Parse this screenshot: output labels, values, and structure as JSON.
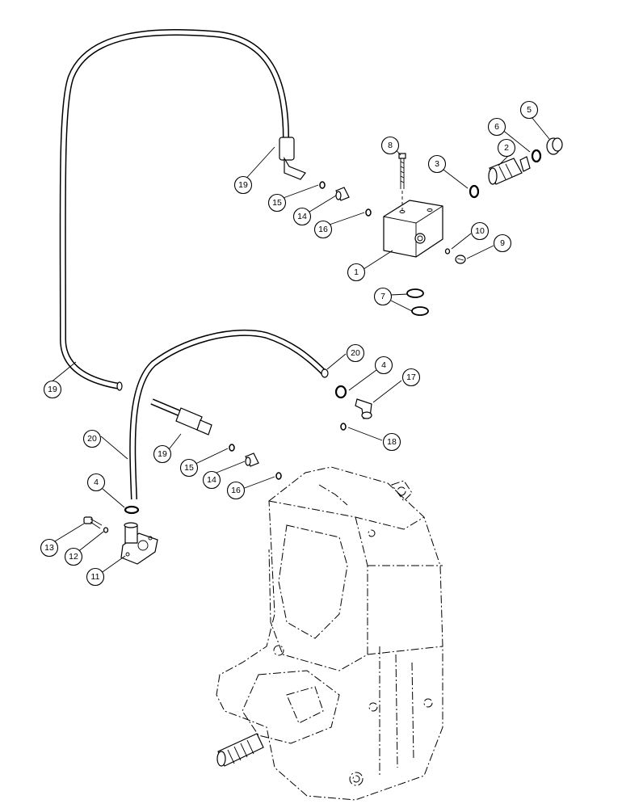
{
  "callouts": [
    {
      "id": "c1",
      "label": "1"
    },
    {
      "id": "c2",
      "label": "2"
    },
    {
      "id": "c3",
      "label": "3"
    },
    {
      "id": "c4a",
      "label": "4"
    },
    {
      "id": "c4b",
      "label": "4"
    },
    {
      "id": "c5",
      "label": "5"
    },
    {
      "id": "c6",
      "label": "6"
    },
    {
      "id": "c7",
      "label": "7"
    },
    {
      "id": "c8",
      "label": "8"
    },
    {
      "id": "c9",
      "label": "9"
    },
    {
      "id": "c10",
      "label": "10"
    },
    {
      "id": "c11",
      "label": "11"
    },
    {
      "id": "c12",
      "label": "12"
    },
    {
      "id": "c13",
      "label": "13"
    },
    {
      "id": "c14a",
      "label": "14"
    },
    {
      "id": "c14b",
      "label": "14"
    },
    {
      "id": "c15a",
      "label": "15"
    },
    {
      "id": "c15b",
      "label": "15"
    },
    {
      "id": "c16a",
      "label": "16"
    },
    {
      "id": "c16b",
      "label": "16"
    },
    {
      "id": "c17",
      "label": "17"
    },
    {
      "id": "c18",
      "label": "18"
    },
    {
      "id": "c19a",
      "label": "19"
    },
    {
      "id": "c19b",
      "label": "19"
    },
    {
      "id": "c19c",
      "label": "19"
    },
    {
      "id": "c20a",
      "label": "20"
    },
    {
      "id": "c20b",
      "label": "20"
    }
  ]
}
